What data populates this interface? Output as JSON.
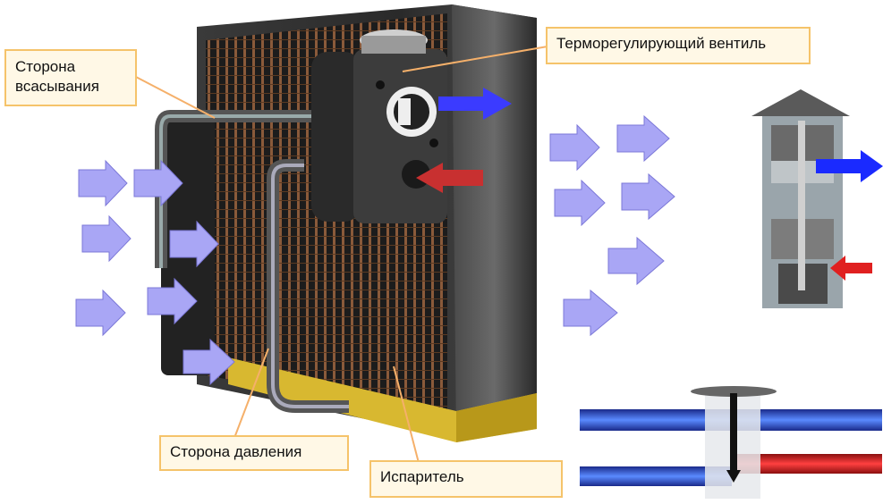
{
  "labels": {
    "suction_side": "Сторона\nвсасывания",
    "expansion_valve": "Терморегулирующий вентиль",
    "pressure_side": "Сторона давления",
    "evaporator": "Испаритель"
  },
  "colors": {
    "label_fill": "#fff8e6",
    "label_border": "#f5c36a",
    "leader_line": "#f5b06a",
    "airflow_arrow": "#a9a6f5",
    "outlet_arrow": "#3b3bff",
    "inlet_arrow": "#e02020",
    "base_tray": "#d8b830",
    "evaporator_body": "#2e2e2e"
  },
  "icons": [
    "airflow-arrow",
    "outlet-arrow",
    "inlet-arrow",
    "valve-cross-section"
  ]
}
